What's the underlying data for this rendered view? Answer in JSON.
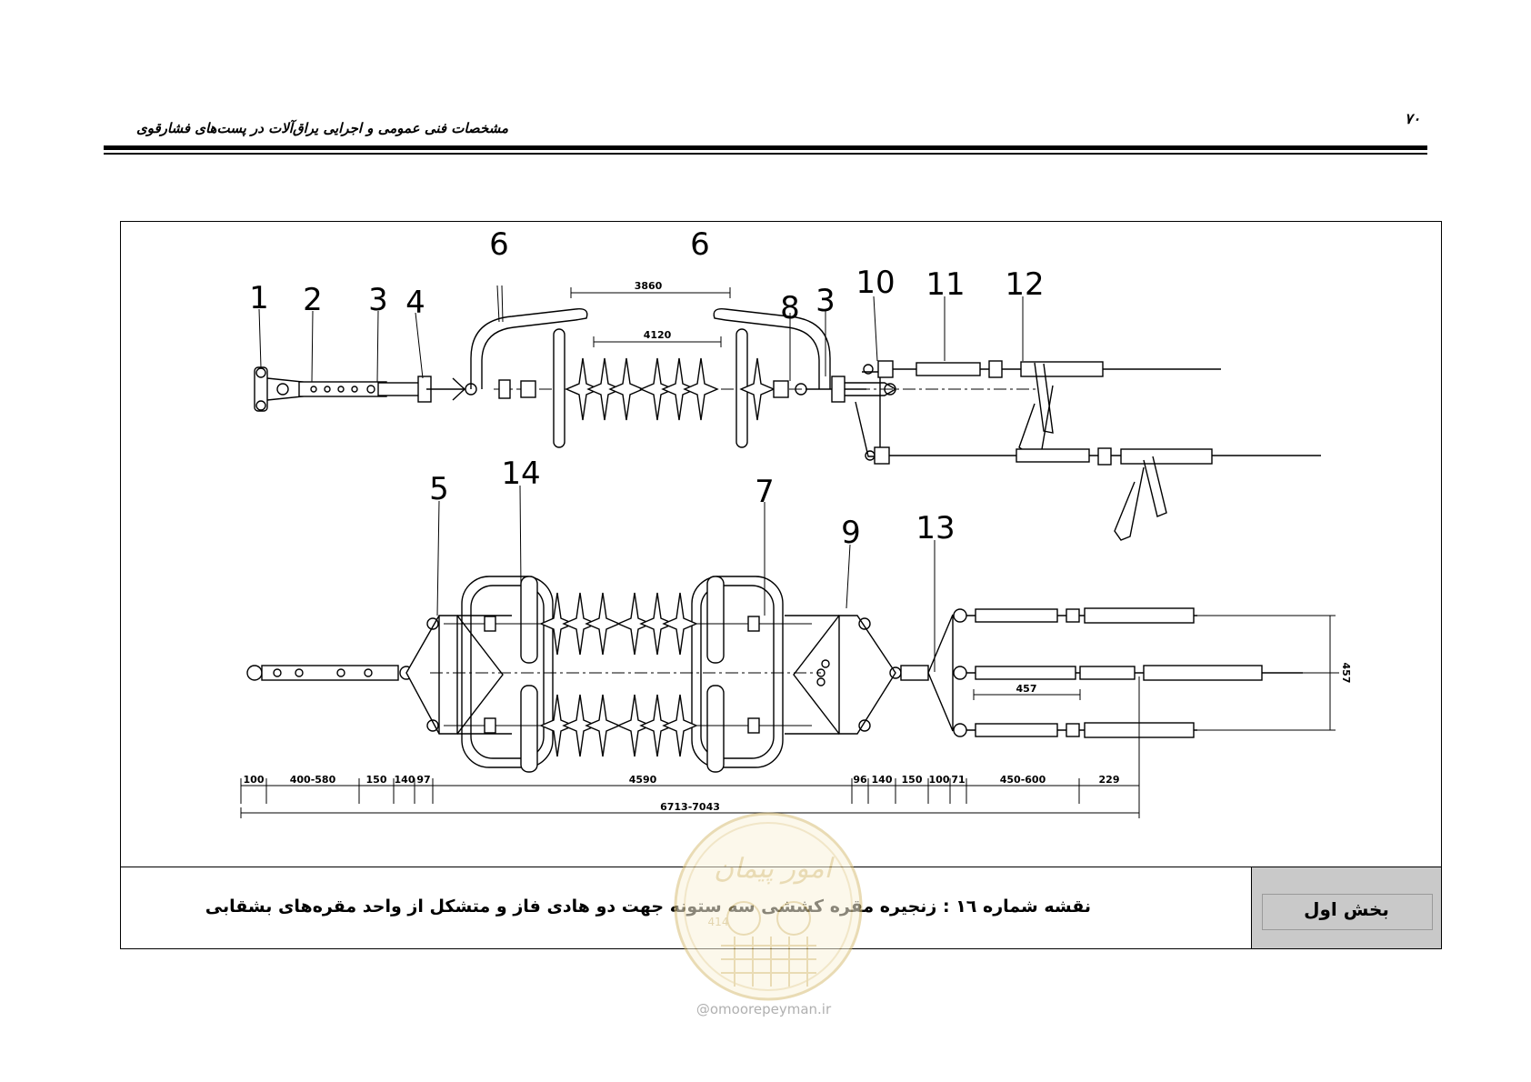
{
  "header": {
    "title": "مشخصات فنی عمومی و اجرایی یراق‌آلات در پست‌های فشارقوی",
    "page_number": "۷۰"
  },
  "drawing": {
    "callouts": [
      "1",
      "2",
      "3",
      "4",
      "6",
      "6",
      "8",
      "3",
      "10",
      "11",
      "12",
      "5",
      "14",
      "7",
      "9",
      "13"
    ],
    "dimensions": {
      "top_span_1": "3860",
      "top_span_2": "4120",
      "bottom": [
        "100",
        "400-580",
        "150",
        "140",
        "97",
        "4590",
        "96",
        "140",
        "150",
        "100",
        "71",
        "450-600",
        "229"
      ],
      "overall": "6713-7043",
      "phase_spacing_h": "457",
      "phase_spacing_v": "457"
    }
  },
  "caption": {
    "text": "نقشه شماره ۱٦ : زنجیره مقره کششی سه ستونه جهت دو هادی فاز و متشکل از واحد مقره‌های بشقابی",
    "section": "بخش اول"
  },
  "watermark": {
    "logo_text": "امور پیمان",
    "code": "414",
    "site": "@omoorepeyman.ir"
  }
}
